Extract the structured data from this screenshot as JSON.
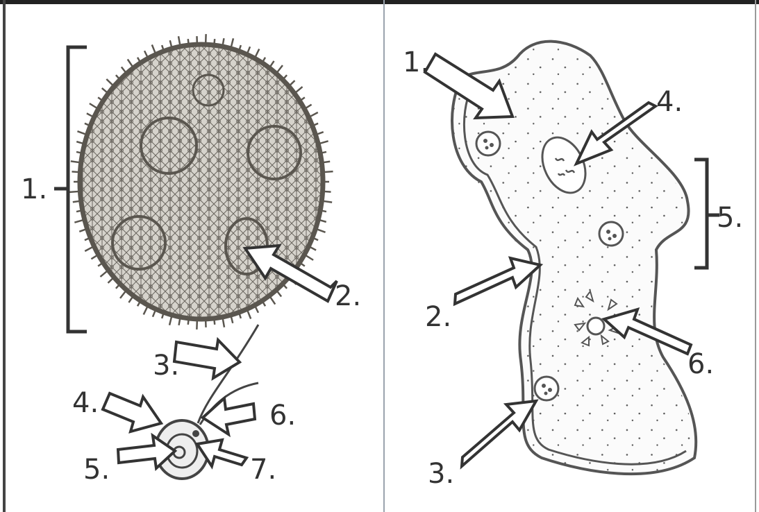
{
  "left_panel": {
    "labels": [
      "1.",
      "2.",
      "3.",
      "4.",
      "5.",
      "6.",
      "7."
    ]
  },
  "right_panel": {
    "labels": [
      "1.",
      "2.",
      "3.",
      "4.",
      "5.",
      "6."
    ]
  }
}
